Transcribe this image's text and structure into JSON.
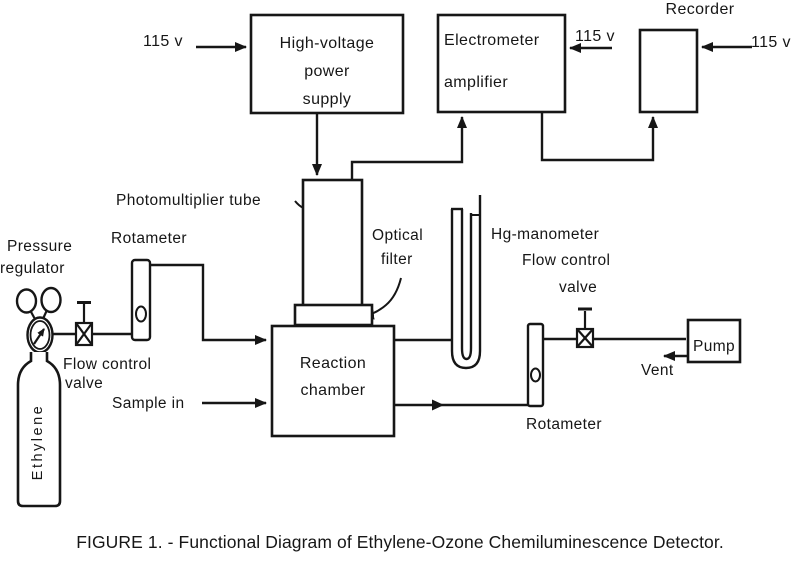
{
  "colors": {
    "ink": "#161616",
    "paper": "#ffffff"
  },
  "caption": "FIGURE 1. - Functional Diagram of Ethylene-Ozone Chemiluminescence Detector.",
  "power": {
    "left": "115 v",
    "middle": "115 v",
    "right": "115 v"
  },
  "boxes": {
    "hv_supply": {
      "line1": "High-voltage",
      "line2": "power",
      "line3": "supply"
    },
    "electrometer": {
      "line1": "Electrometer",
      "line2": "amplifier"
    },
    "recorder": "Recorder",
    "reaction_chamber": {
      "line1": "Reaction",
      "line2": "chamber"
    },
    "pump": "Pump"
  },
  "labels": {
    "photomultiplier_tube": "Photomultiplier tube",
    "optical_filter": {
      "line1": "Optical",
      "line2": "filter"
    },
    "hg_manometer": "Hg-manometer",
    "flow_control_right": {
      "line1": "Flow control",
      "line2": "valve"
    },
    "flow_control_left": {
      "line1": "Flow control",
      "line2": "valve"
    },
    "rotameter_left": "Rotameter",
    "rotameter_right": "Rotameter",
    "pressure_regulator": {
      "line1": "Pressure",
      "line2": "regulator"
    },
    "sample_in": "Sample in",
    "ethylene": "Ethylene",
    "vent": "Vent"
  }
}
